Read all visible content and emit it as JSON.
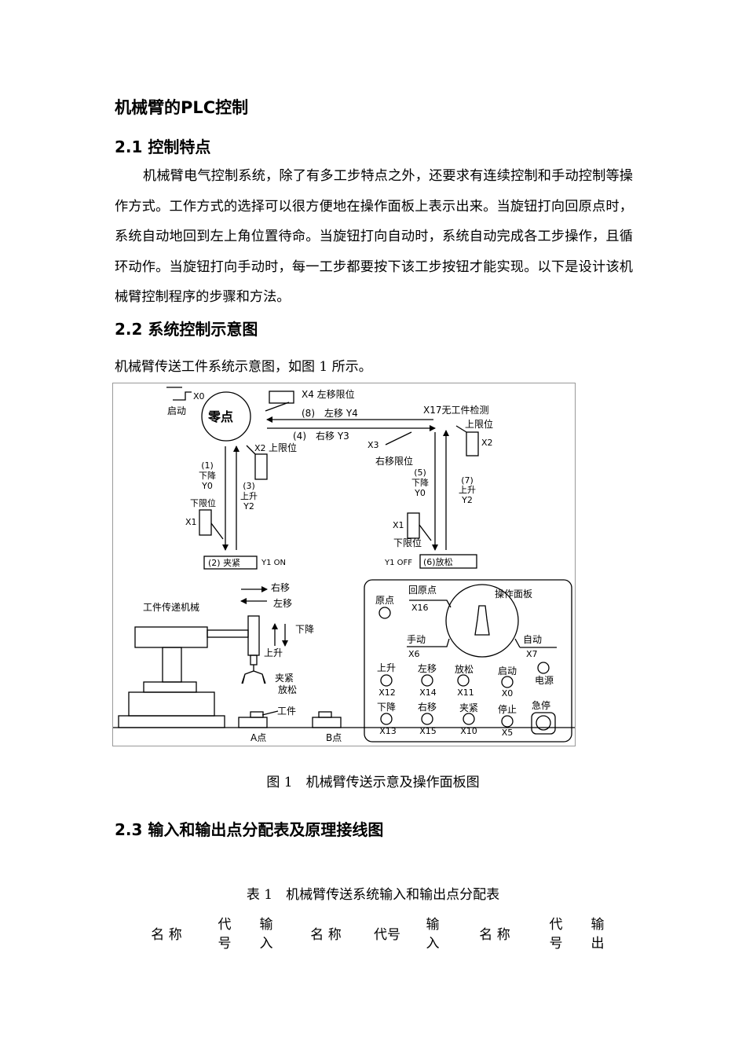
{
  "title": "机械臂的PLC控制",
  "s21": {
    "heading": "2.1 控制特点",
    "body": "机械臂电气控制系统，除了有多工步特点之外，还要求有连续控制和手动控制等操作方式。工作方式的选择可以很方便地在操作面板上表示出来。当旋钮打向回原点时，系统自动地回到左上角位置待命。当旋钮打向自动时，系统自动完成各工步操作，且循环动作。当旋钮打向手动时，每一工步都要按下该工步按钮才能实现。以下是设计该机械臂控制程序的步骤和方法。"
  },
  "s22": {
    "heading": "2.2 系统控制示意图",
    "intro": "机械臂传送工件系统示意图，如图 1 所示。"
  },
  "figure": {
    "caption": "图 1　机械臂传送示意及操作面板图",
    "start": "启动",
    "x0": "X0",
    "origin": "零点",
    "x4_left_limit": "X4 左移限位",
    "step8": "(8)　左移 Y4",
    "step4": "(4)　右移 Y3",
    "x17": "X17无工件检测",
    "x3": "X3",
    "right_limit": "右移限位",
    "up_limit": "上限位",
    "x2": "X2",
    "x1": "X1",
    "down_limit": "下限位",
    "s1_num": "(1)",
    "s1_act": "下降",
    "s1_y": "Y0",
    "s3_num": "(3)",
    "s3_act": "上升",
    "s3_y": "Y2",
    "s5_num": "(5)",
    "s5_act": "下降",
    "s5_y": "Y0",
    "s7_num": "(7)",
    "s7_act": "上升",
    "s7_y": "Y2",
    "clamp_box": "(2) 夹紧",
    "y1_on": "Y1 ON",
    "y1_off": "Y1 OFF",
    "release_box": "(6)放松",
    "right_move": "右移",
    "left_move": "左移",
    "machine": "工件传递机械",
    "down": "下降",
    "up": "上升",
    "clamp": "夹紧",
    "release": "放松",
    "workpiece": "工件",
    "point_a": "A点",
    "point_b": "B点",
    "panel": {
      "title": "操作面板",
      "origin_lamp": "原点",
      "return_origin": "回原点",
      "x16": "X16",
      "manual": "手动",
      "x6": "X6",
      "auto": "自动",
      "x7": "X7",
      "power": "电源",
      "estop": "急停",
      "row1": [
        {
          "label": "上升",
          "code": "X12"
        },
        {
          "label": "左移",
          "code": "X14"
        },
        {
          "label": "放松",
          "code": "X11"
        },
        {
          "label": "启动",
          "code": "X0"
        }
      ],
      "row2": [
        {
          "label": "下降",
          "code": "X13"
        },
        {
          "label": "右移",
          "code": "X15"
        },
        {
          "label": "夹紧",
          "code": "X10"
        },
        {
          "label": "停止",
          "code": "X5"
        }
      ]
    }
  },
  "s23": {
    "heading": "2.3 输入和输出点分配表及原理接线图"
  },
  "table": {
    "caption": "表 1　机械臂传送系统输入和输出点分配表",
    "headers": [
      "名 称",
      "代号",
      "输入",
      "名 称",
      "代号",
      "输入",
      "名 称",
      "代号",
      "输出"
    ]
  }
}
